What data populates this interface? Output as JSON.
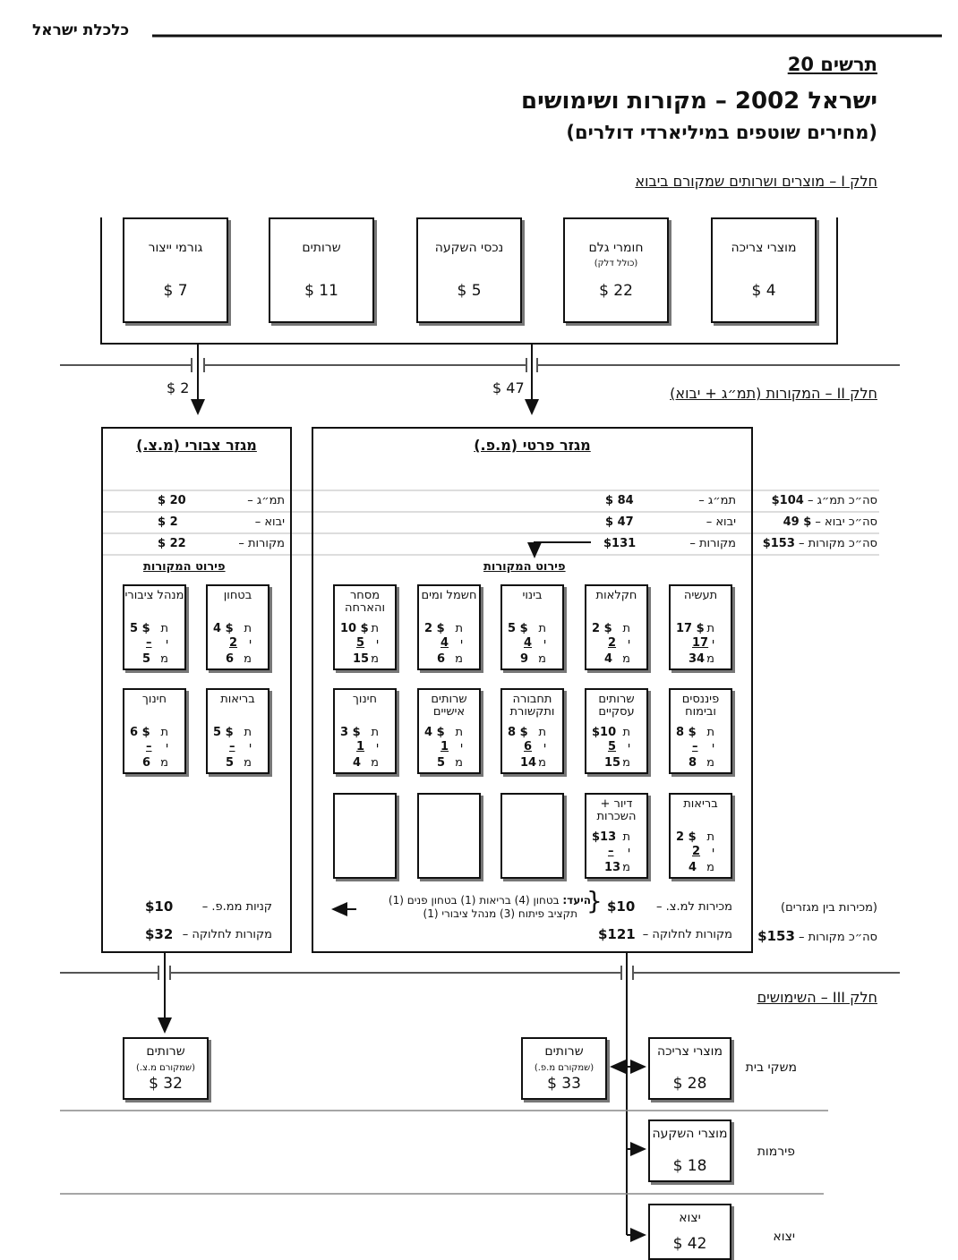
{
  "header": {
    "running_title": "כלכלת ישראל",
    "figure_no": "תרשים 20",
    "title": "ישראל 2002 – מקורות ושימושים",
    "subtitle": "(מחירים שוטפים במיליארדי דולרים)"
  },
  "part1": {
    "title": "חלק I – מוצרים ושרותים שמקורם ביבוא",
    "boxes": [
      {
        "label": "מוצרי צריכה",
        "sub": "",
        "amount": "$ 4"
      },
      {
        "label": "חומרי גלם",
        "sub": "(כולל דלק)",
        "amount": "$ 22"
      },
      {
        "label": "נכסי השקעה",
        "sub": "",
        "amount": "$ 5"
      },
      {
        "label": "שרותים",
        "sub": "",
        "amount": "$ 11"
      },
      {
        "label": "גורמי ייצור",
        "sub": "",
        "amount": "$ 7"
      }
    ],
    "flow_public": "$ 2",
    "flow_private": "$ 47"
  },
  "part2": {
    "title": "חלק II – המקורות (תמ״ג + יבוא)",
    "private": {
      "title": "מגזר פרטי (מ.פ.)",
      "gdp_label": "תמ״ג –",
      "gdp": "$  84",
      "imp_label": "יבוא –",
      "imp": "$  47",
      "src_label": "מקורות –",
      "src": "$131",
      "breakdown": "פירוט המקורות",
      "sales_label": "מכירות למ.צ. –",
      "sales": "$10",
      "note1": "בטחון (4) בריאות (1) בטחון פנים (1)",
      "note_lead": "היעד:",
      "note2": "תקציב פיתוח (3) מנהל ציבורי (1)",
      "dist_label": "מקורות לחלוקה –",
      "dist": "$121"
    },
    "public": {
      "title": "מגזר צבורי (מ.צ.)",
      "gdp_label": "תמ״ג –",
      "gdp": "$ 20",
      "imp_label": "יבוא –",
      "imp": "$   2",
      "src_label": "מקורות –",
      "src": "$ 22",
      "breakdown": "פירוט המקורות",
      "buy_label": "קניות ממ.פ. –",
      "buy": "$10",
      "dist_label": "מקורות לחלוקה –",
      "dist": "$32"
    },
    "totals": {
      "gdp_label": "סה״כ תמ״ג –",
      "gdp": "$104",
      "imp_label": "סה״כ יבוא –",
      "imp": "$  49",
      "src_label": "סה״כ מקורות –",
      "src": "$153",
      "between_label": "(מכירות בין מגזרים)",
      "total_label": "סה״כ מקורות –",
      "total": "$153"
    },
    "letters": {
      "t": "ת",
      "y": "י",
      "m": "מ"
    },
    "private_boxes": [
      {
        "name": "תעשיה",
        "t": "$ 17",
        "y": "17",
        "m": "34"
      },
      {
        "name": "חקלאות",
        "t": "$ 2",
        "y": "2",
        "m": "4"
      },
      {
        "name": "בינוי",
        "t": "$ 5",
        "y": "4",
        "m": "9"
      },
      {
        "name": "חשמל ומים",
        "t": "$ 2",
        "y": "4",
        "m": "6"
      },
      {
        "name": "מסחר והארחה",
        "t": "$ 10",
        "y": "5",
        "m": "15"
      },
      {
        "name": "פיננסים ובימוח",
        "t": "$ 8",
        "y": "–",
        "m": "8"
      },
      {
        "name": "שרותים עסקיים",
        "t": "$10",
        "y": "5",
        "m": "15"
      },
      {
        "name": "תחבורה ותקשורת",
        "t": "$ 8",
        "y": "6",
        "m": "14"
      },
      {
        "name": "שרותים אישיים",
        "t": "$ 4",
        "y": "1",
        "m": "5"
      },
      {
        "name": "חינוך",
        "t": "$ 3",
        "y": "1",
        "m": "4"
      },
      {
        "name": "בריאות",
        "t": "$ 2",
        "y": "2",
        "m": "4"
      },
      {
        "name": "דיור + השכרות",
        "t": "$13",
        "y": "–",
        "m": "13"
      }
    ],
    "public_boxes": [
      {
        "name": "בטחון",
        "t": "$ 4",
        "y": "2",
        "m": "6"
      },
      {
        "name": "מנהל ציבורי",
        "t": "$ 5",
        "y": "–",
        "m": "5"
      },
      {
        "name": "בריאות",
        "t": "$ 5",
        "y": "–",
        "m": "5"
      },
      {
        "name": "חינוך",
        "t": "$ 6",
        "y": "–",
        "m": "6"
      }
    ]
  },
  "part3": {
    "title": "חלק III – השימושים",
    "rows": [
      {
        "label": "משקי בית"
      },
      {
        "label": "פירמות"
      },
      {
        "label": "יצוא"
      }
    ],
    "boxes": {
      "consumer": {
        "label": "מוצרי צריכה",
        "amount": "$ 28"
      },
      "invest": {
        "label": "מוצרי השקעה",
        "amount": "$ 18"
      },
      "export": {
        "label": "יצוא",
        "amount": "$ 42"
      },
      "priv_serv": {
        "label": "שרותים",
        "sub": "(שמקורם מ.פ.)",
        "amount": "$ 33"
      },
      "pub_serv": {
        "label": "שרותים",
        "sub": "(שמקורם מ.צ.)",
        "amount": "$ 32"
      }
    }
  }
}
